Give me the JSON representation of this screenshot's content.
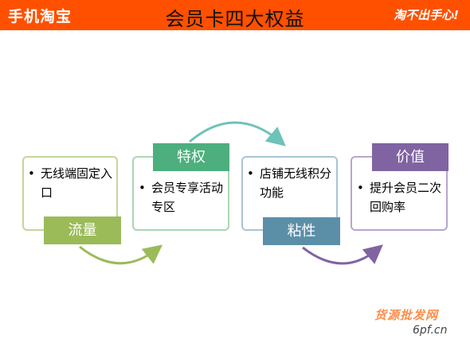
{
  "header": {
    "brand": "手机淘宝",
    "slogan": "淘不出手心!",
    "title": "会员卡四大权益"
  },
  "steps": [
    {
      "tag": "流量",
      "text": "无线端固定入口",
      "color": "#9bbb59",
      "border": "#c3d69b"
    },
    {
      "tag": "特权",
      "text": "会员专享活动专区",
      "color": "#4caf7d",
      "border": "#a9d6b4"
    },
    {
      "tag": "粘性",
      "text": "店铺无线积分功能",
      "color": "#5b8fa8",
      "border": "#a7c5d5"
    },
    {
      "tag": "价值",
      "text": "提升会员二次回购率",
      "color": "#8064a2",
      "border": "#b7a6cc"
    }
  ],
  "bullet_symbol": "•",
  "watermark": {
    "line1": "货源批发网",
    "line2": "6pf.cn"
  }
}
